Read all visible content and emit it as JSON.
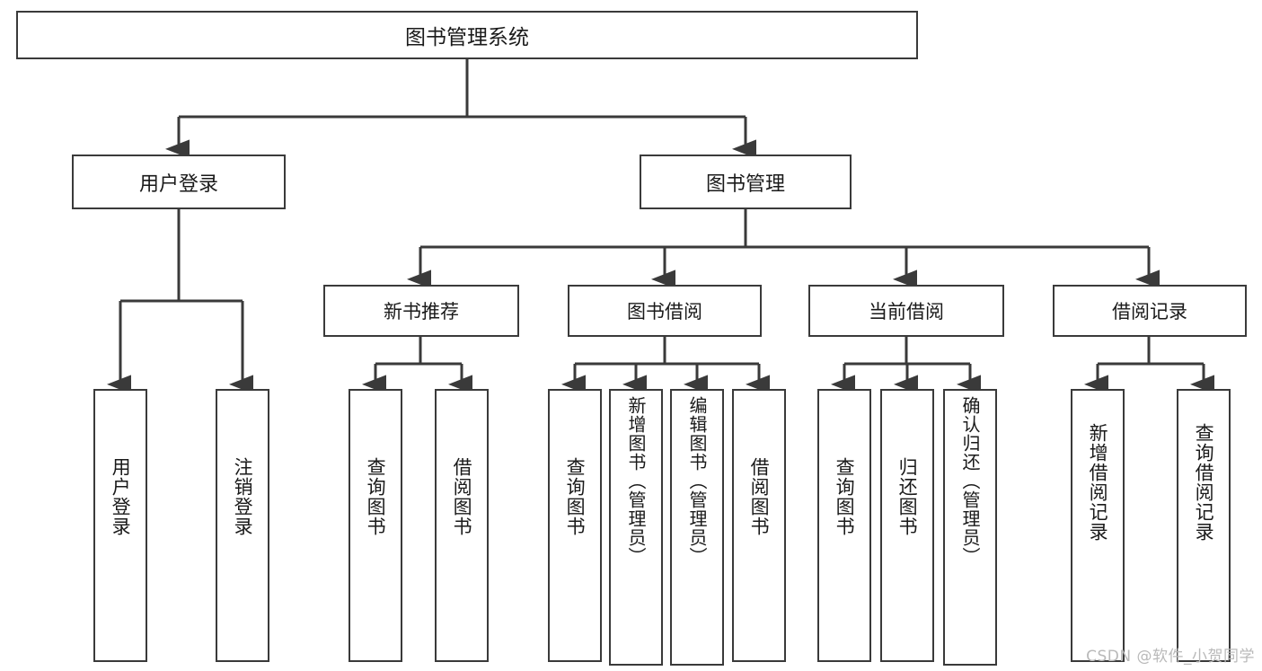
{
  "diagram": {
    "title": "图书管理系统",
    "type": "hierarchy-tree",
    "watermark": "CSDN @软件_小贺同学",
    "colors": {
      "background": "#ffffff",
      "box_border": "#3a3a3a",
      "box_fill": "#ffffff",
      "text": "#1a1a1a",
      "connector": "#3a3a3a",
      "watermark": "#b9b9b9"
    }
  },
  "root": {
    "label": "图书管理系统"
  },
  "level2": [
    {
      "label": "用户登录"
    },
    {
      "label": "图书管理"
    }
  ],
  "level3": [
    {
      "label": "新书推荐"
    },
    {
      "label": "图书借阅"
    },
    {
      "label": "当前借阅"
    },
    {
      "label": "借阅记录"
    }
  ],
  "leaves": {
    "user_login": [
      {
        "label": "用户登录"
      },
      {
        "label": "注销登录"
      }
    ],
    "new_book_recommend": [
      {
        "label": "查询图书"
      },
      {
        "label": "借阅图书"
      }
    ],
    "book_borrow": [
      {
        "label": "查询图书"
      },
      {
        "label": "新增图书（管理员）"
      },
      {
        "label": "编辑图书（管理员）"
      },
      {
        "label": "借阅图书"
      }
    ],
    "current_borrow": [
      {
        "label": "查询图书"
      },
      {
        "label": "归还图书"
      },
      {
        "label": "确认归还（管理员）"
      }
    ],
    "borrow_record": [
      {
        "label": "新增借阅记录"
      },
      {
        "label": "查询借阅记录"
      }
    ]
  }
}
